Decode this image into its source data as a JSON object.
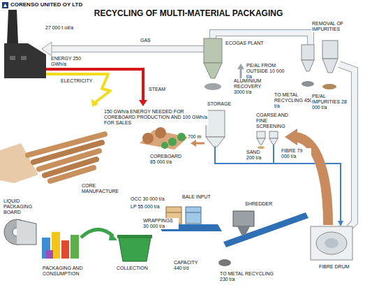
{
  "diagram": {
    "title": "RECYCLING OF MULTI-MATERIAL PACKAGING",
    "labels": [
      "CORENSO UNITED OY LTD",
      "27 000 t oil/a",
      "GAS",
      "ECOGAS PLANT",
      "REMOVAL OF IMPURITIES",
      "ENERGY 250 GWh/a",
      "PE/AL FROM OUTSIDE 10 000 t/a",
      "ELECTRICITY",
      "STEAM",
      "ALUMINIUM RECOVERY 3000 t/a",
      "TO METAL RECYCLING 450 t/a",
      "PE/AL IMPURITIES 28 000 t/a",
      "150 GWh/a ENERGY NEEDED FOR COREBOARD PRODUCTION AND 100 GWh/a FOR SALES",
      "STORAGE",
      "COARSE AND FINE SCREENING",
      "700 m",
      "SAND 200 t/a",
      "FIBRE 79 000 t/a",
      "COREBOARD 85 000 t/a",
      "CORE MANUFACTURE",
      "LIQUID PACKAGING BOARD",
      "OCC 30 000 t/a",
      "LP 55 000 t/a",
      "WRAPPINGS 30 000 t/a",
      "BALE INPUT",
      "SHREDDER",
      "FIBRE DRUM",
      "PACKAGING AND CONSUMPTION",
      "COLLECTION",
      "CAPACITY 440 t/d",
      "TO METAL RECYCLING 230 t/a"
    ]
  }
}
